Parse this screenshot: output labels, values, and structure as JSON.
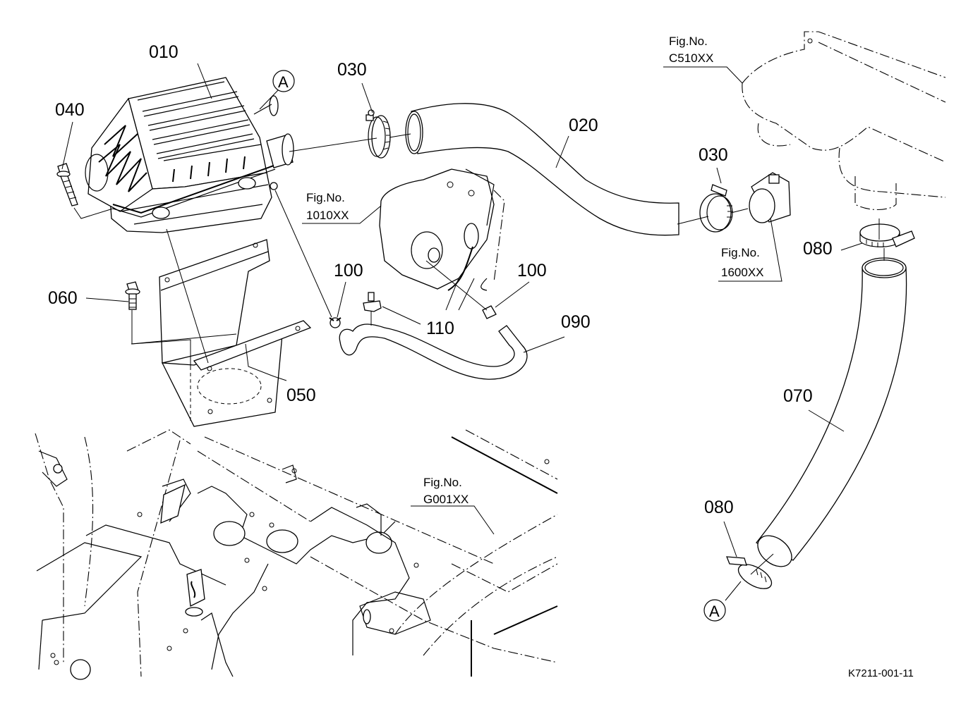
{
  "diagram": {
    "drawing_code": "K7211-001-11",
    "parts": [
      {
        "id": "010",
        "label": "010",
        "name": "air-cleaner"
      },
      {
        "id": "020",
        "label": "020",
        "name": "intake-hose"
      },
      {
        "id": "030a",
        "label": "030",
        "name": "hose-clamp"
      },
      {
        "id": "030b",
        "label": "030",
        "name": "hose-clamp"
      },
      {
        "id": "040",
        "label": "040",
        "name": "bolt"
      },
      {
        "id": "050",
        "label": "050",
        "name": "bracket"
      },
      {
        "id": "060",
        "label": "060",
        "name": "bolt"
      },
      {
        "id": "070",
        "label": "070",
        "name": "pre-cleaner-hose"
      },
      {
        "id": "080a",
        "label": "080",
        "name": "hose-clamp"
      },
      {
        "id": "080b",
        "label": "080",
        "name": "hose-clamp"
      },
      {
        "id": "090",
        "label": "090",
        "name": "vacuum-hose"
      },
      {
        "id": "100a",
        "label": "100",
        "name": "clip"
      },
      {
        "id": "100b",
        "label": "100",
        "name": "clip"
      },
      {
        "id": "110",
        "label": "110",
        "name": "joint"
      }
    ],
    "figure_refs": [
      {
        "prefix": "Fig.No.",
        "code": "C510XX"
      },
      {
        "prefix": "Fig.No.",
        "code": "1010XX"
      },
      {
        "prefix": "Fig.No.",
        "code": "1600XX"
      },
      {
        "prefix": "Fig.No.",
        "code": "G001XX"
      }
    ],
    "connection_markers": [
      {
        "label": "A"
      },
      {
        "label": "A"
      }
    ]
  }
}
